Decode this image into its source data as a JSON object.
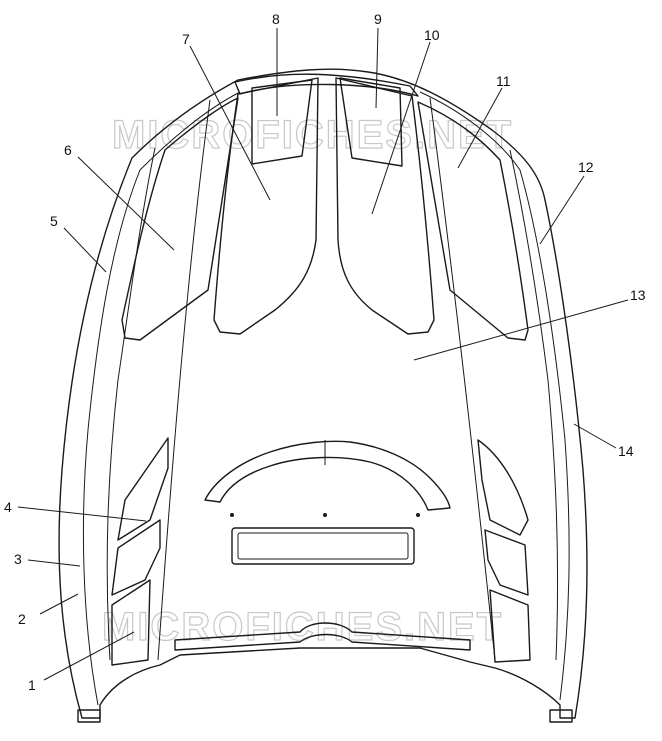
{
  "watermark": {
    "top": "MICROFICHES.NET",
    "bottom": "MICROFICHES.NET"
  },
  "callouts": [
    {
      "id": "1",
      "label": "1"
    },
    {
      "id": "2",
      "label": "2"
    },
    {
      "id": "3",
      "label": "3"
    },
    {
      "id": "4",
      "label": "4"
    },
    {
      "id": "5",
      "label": "5"
    },
    {
      "id": "6",
      "label": "6"
    },
    {
      "id": "7",
      "label": "7"
    },
    {
      "id": "8",
      "label": "8"
    },
    {
      "id": "9",
      "label": "9"
    },
    {
      "id": "10",
      "label": "10"
    },
    {
      "id": "11",
      "label": "11"
    },
    {
      "id": "12",
      "label": "12"
    },
    {
      "id": "13",
      "label": "13"
    },
    {
      "id": "14",
      "label": "14"
    }
  ]
}
